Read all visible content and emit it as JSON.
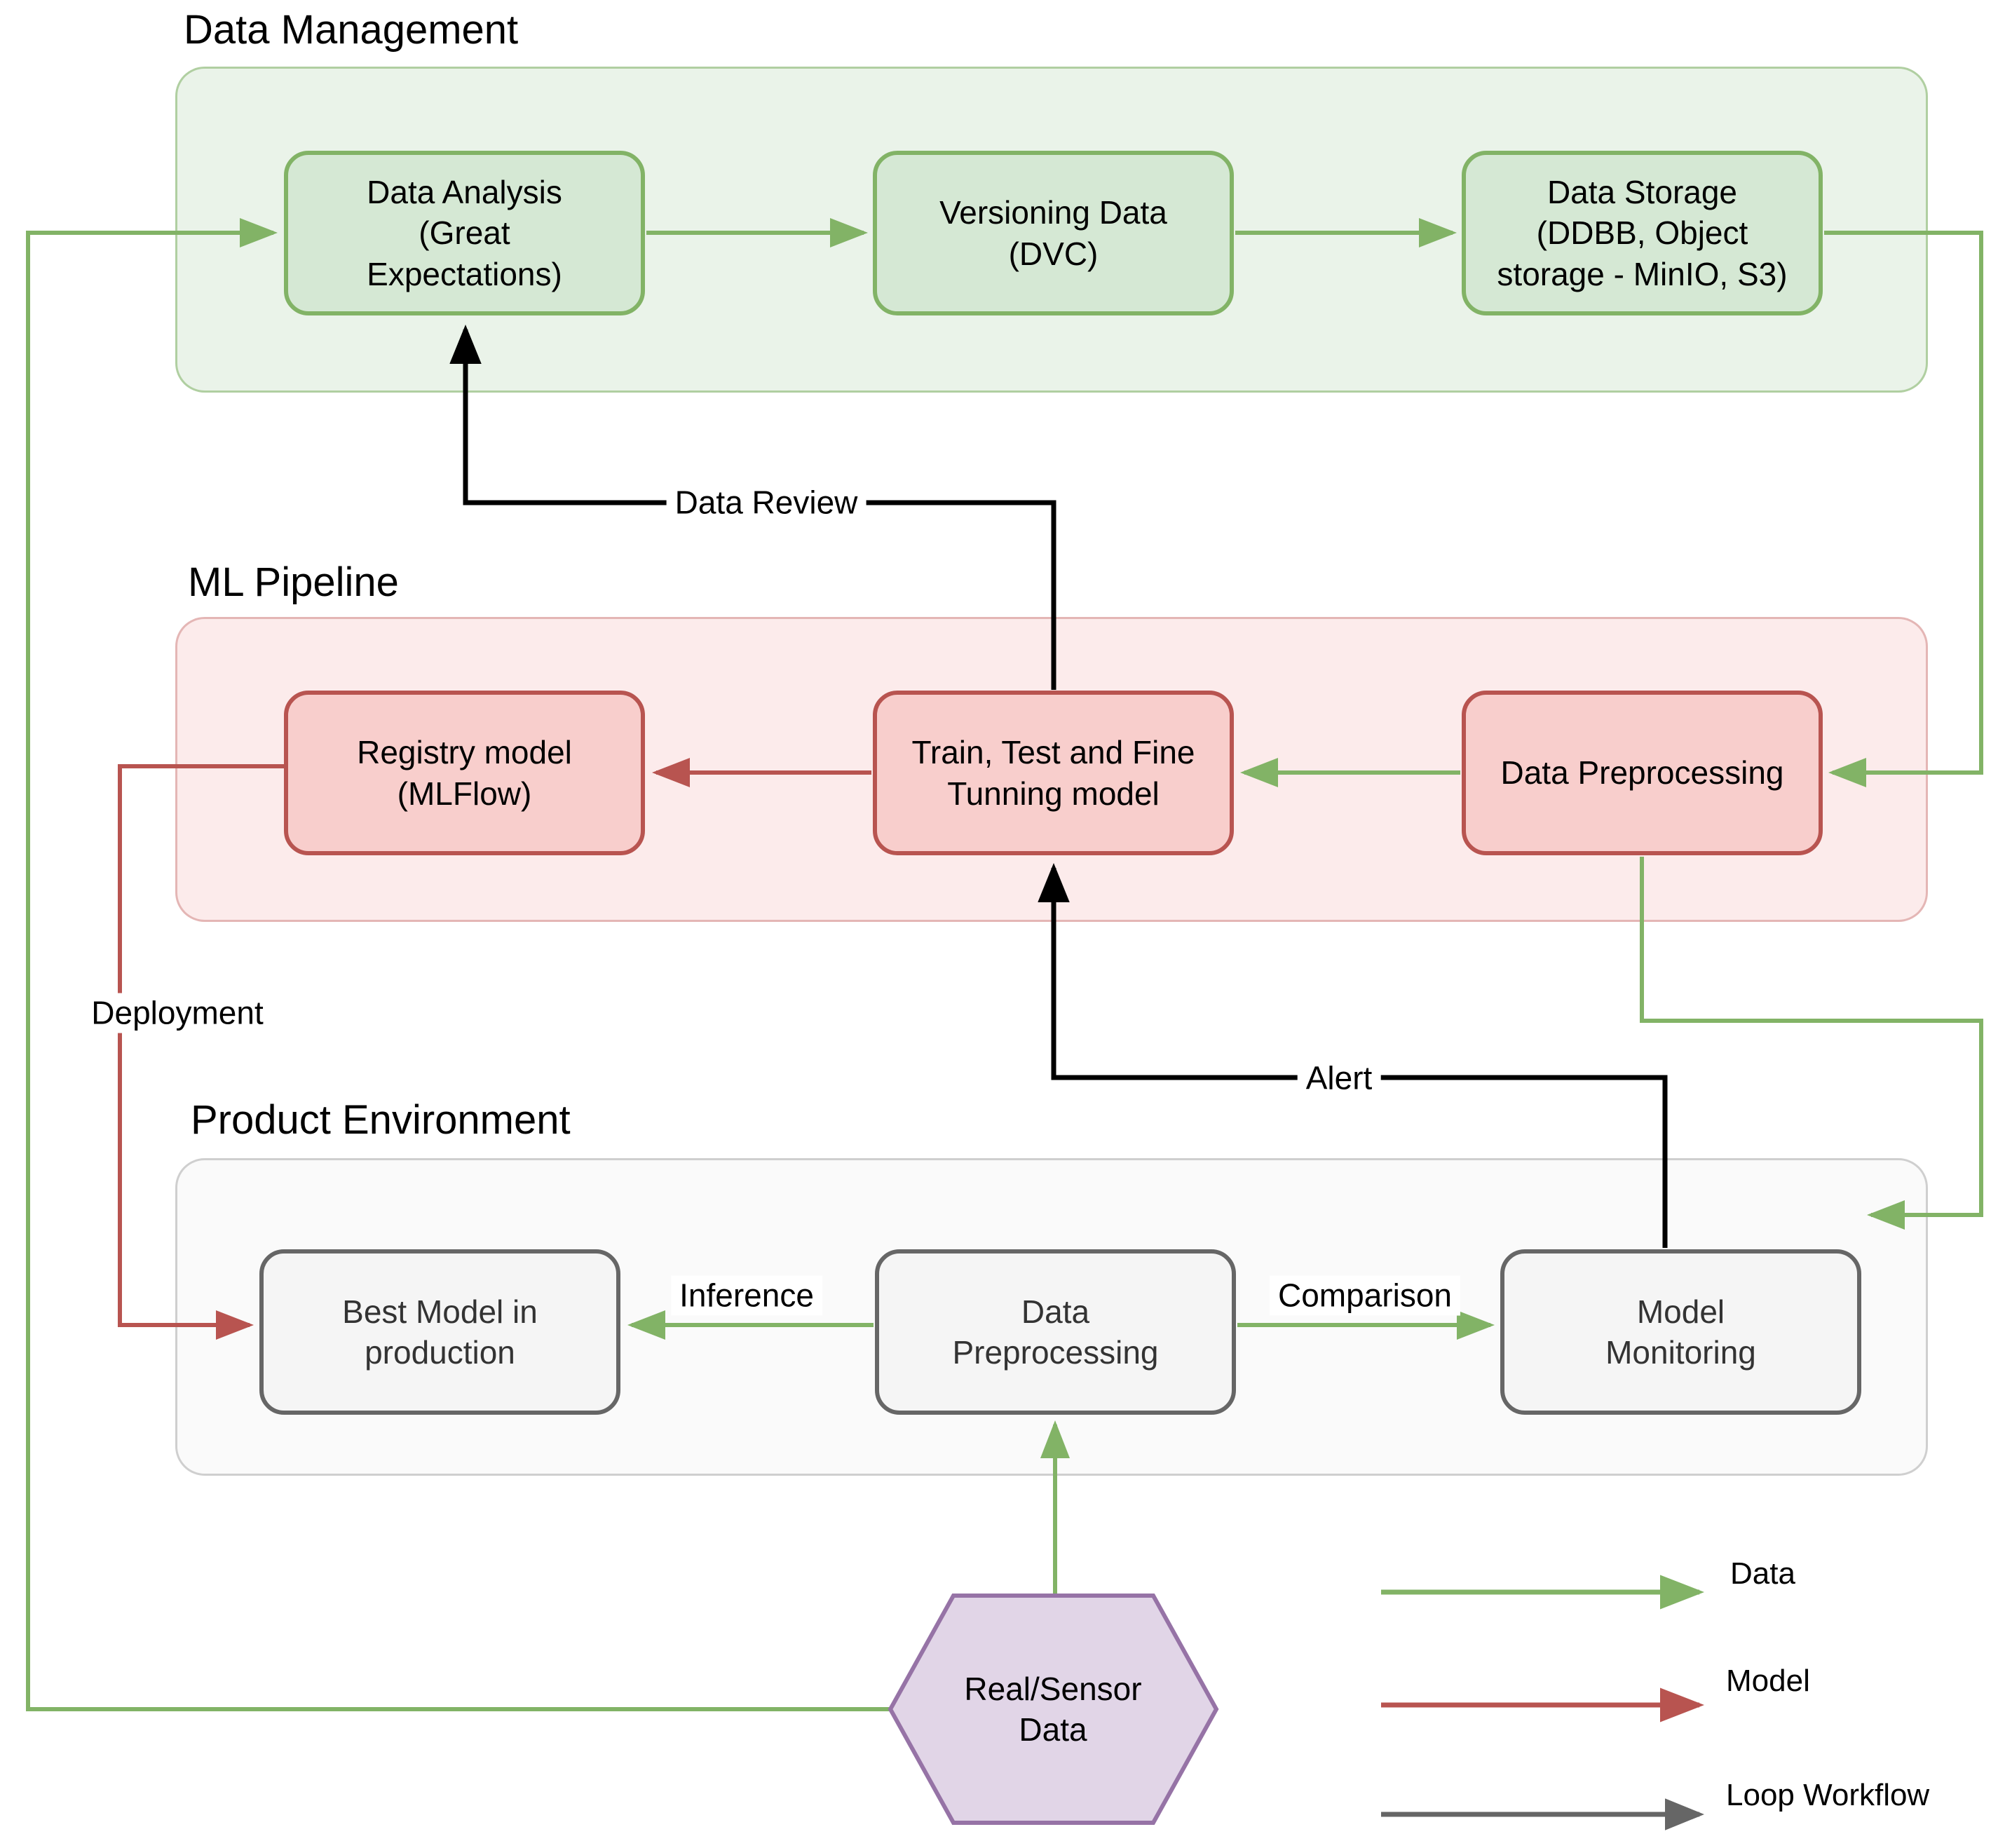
{
  "sections": {
    "data_management": {
      "title": "Data Management"
    },
    "ml_pipeline": {
      "title": "ML Pipeline"
    },
    "product_environment": {
      "title": "Product Environment"
    }
  },
  "nodes": {
    "data_analysis": {
      "label": "Data Analysis\n(Great\nExpectations)"
    },
    "versioning_data": {
      "label": "Versioning Data\n(DVC)"
    },
    "data_storage": {
      "label": "Data Storage\n(DDBB, Object\nstorage - MinIO, S3)"
    },
    "registry_model": {
      "label": "Registry model\n(MLFlow)"
    },
    "train_test": {
      "label": "Train, Test and Fine\nTunning model"
    },
    "data_preprocessing_ml": {
      "label": "Data Preprocessing"
    },
    "best_model": {
      "label": "Best Model in\nproduction"
    },
    "data_preprocessing_prod": {
      "label": "Data\nPreprocessing"
    },
    "model_monitoring": {
      "label": "Model\nMonitoring"
    },
    "real_sensor_data": {
      "label": "Real/Sensor\nData"
    }
  },
  "edge_labels": {
    "data_review": "Data Review",
    "alert": "Alert",
    "deployment": "Deployment",
    "inference": "Inference",
    "comparison": "Comparison"
  },
  "legend": {
    "data": {
      "label": "Data",
      "color": "#82b366"
    },
    "model": {
      "label": "Model",
      "color": "#b85450"
    },
    "loop": {
      "label": "Loop Workflow",
      "color": "#666666"
    }
  },
  "colors": {
    "green_stroke": "#82b366",
    "green_fill": "#d5e8d4",
    "red_stroke": "#b85450",
    "red_fill": "#f8cecc",
    "gray_stroke": "#666666",
    "gray_fill": "#f5f5f5",
    "purple_stroke": "#9673a6",
    "purple_fill": "#e1d5e7",
    "loop_stroke": "#000000"
  }
}
